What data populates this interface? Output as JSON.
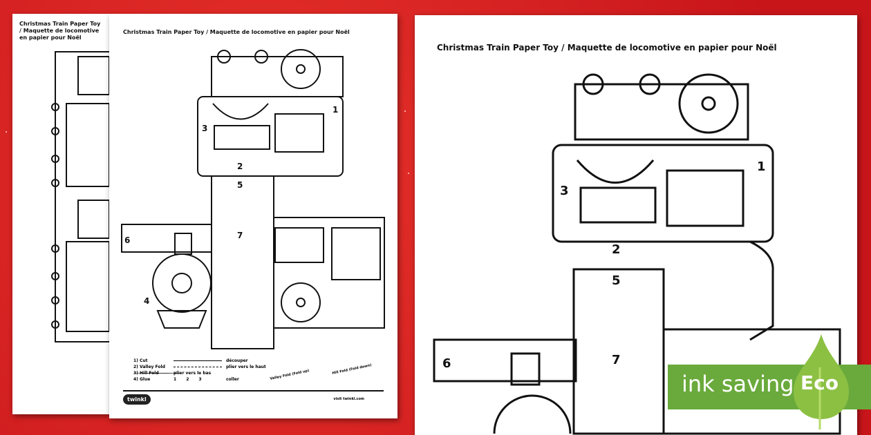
{
  "worksheet": {
    "title": "Christmas Train Paper Toy / Maquette de locomotive en papier pour Noël",
    "legend": [
      {
        "key": "1) Cut",
        "fr": "découper"
      },
      {
        "key": "2) Valley Fold",
        "fr": "plier vers le haut"
      },
      {
        "key": "3) Hill Fold",
        "fr": "plier vers le bas"
      },
      {
        "key": "4) Glue",
        "fr": "coller"
      }
    ],
    "glue_numbers": [
      "1",
      "2",
      "3"
    ],
    "valley_fold_label": "Valley Fold (Fold up)",
    "hill_fold_label": "Hill Fold (Fold down)",
    "logo": "twinkl",
    "visit": "visit twinkl.com",
    "tab_numbers": [
      "1",
      "2",
      "3",
      "4",
      "5",
      "6",
      "7"
    ]
  },
  "badge": {
    "text": "ink saving",
    "label": "Eco",
    "color": "#6aaa3c"
  }
}
